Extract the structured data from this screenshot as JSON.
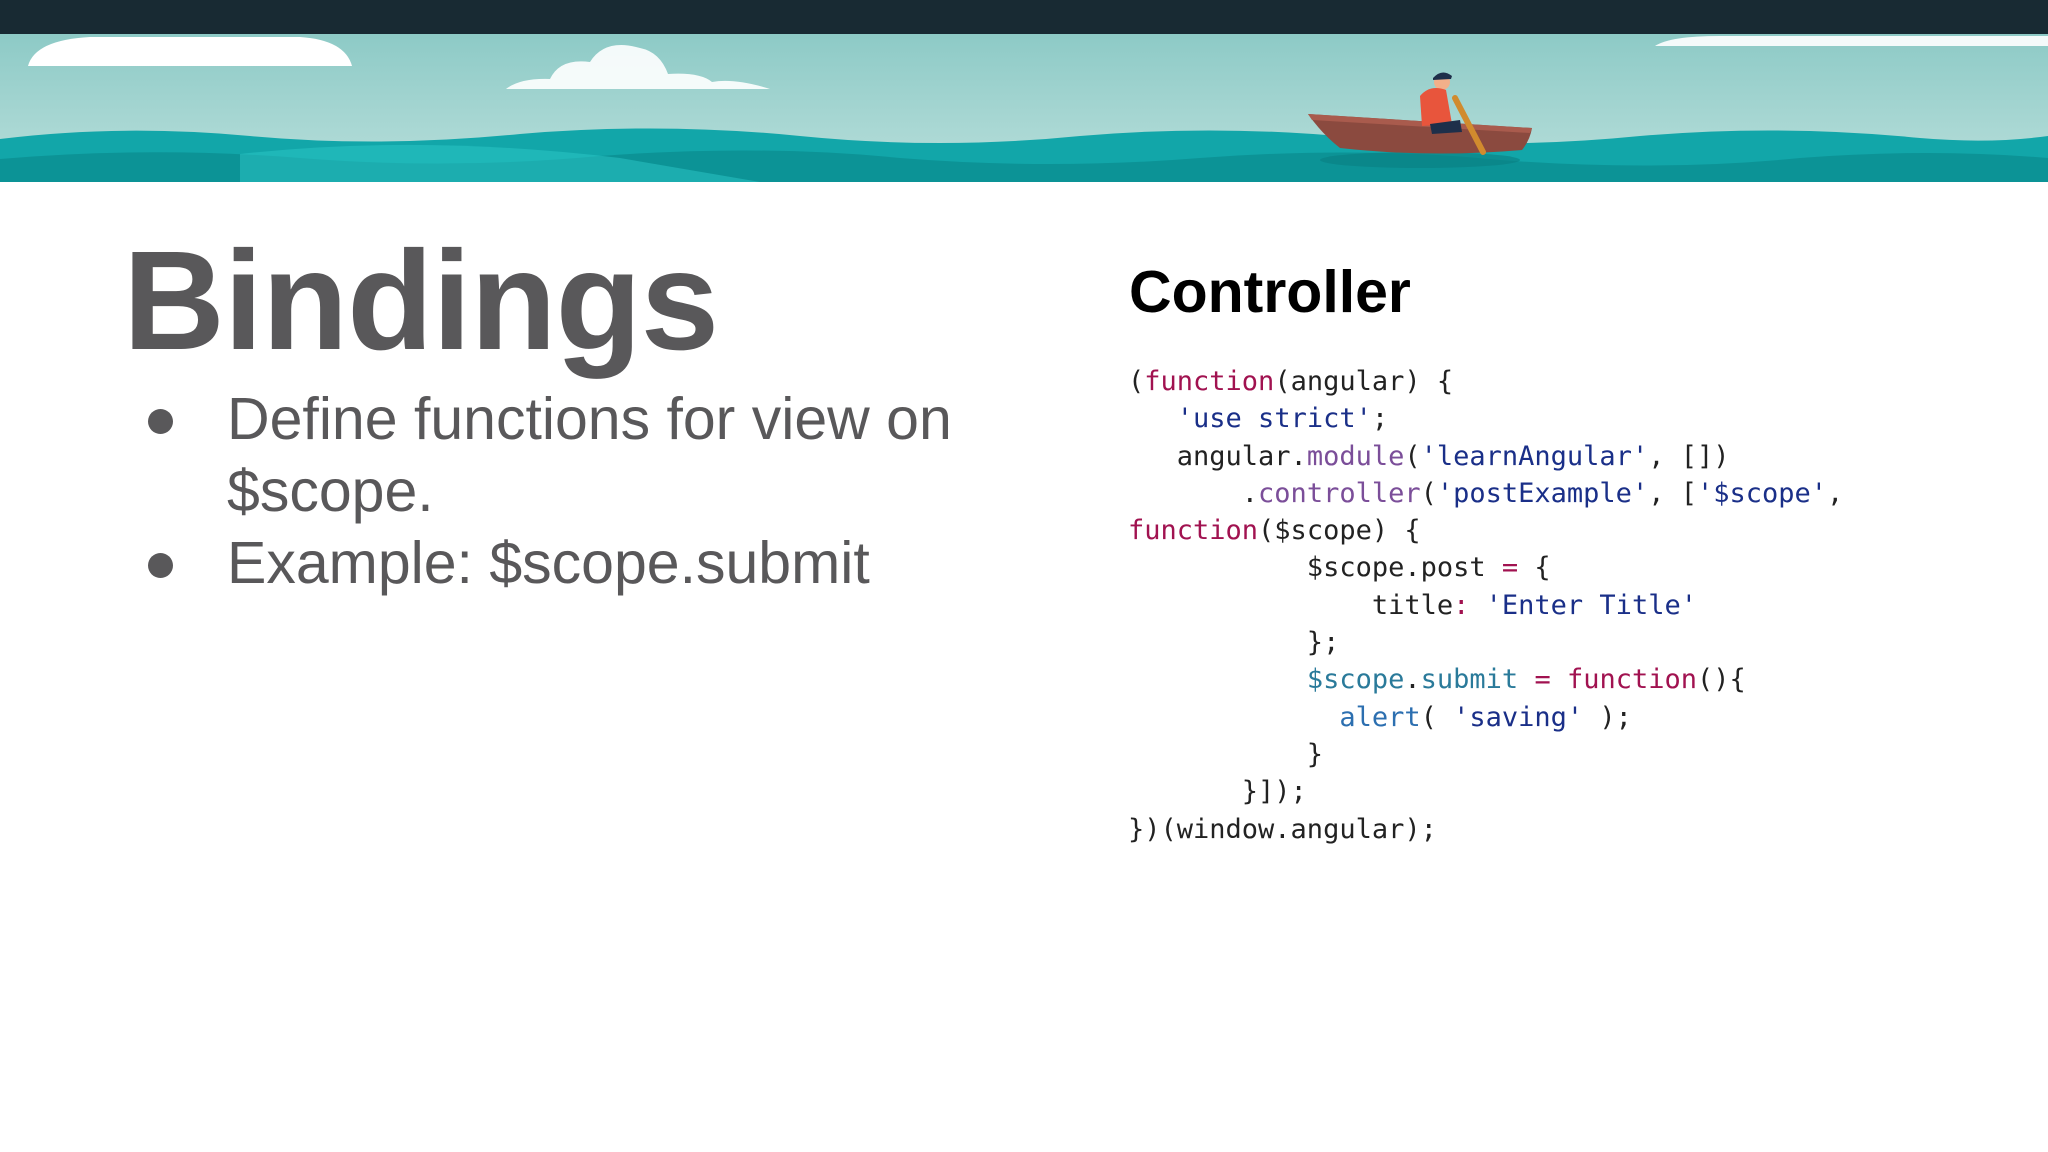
{
  "slide": {
    "title": "Bindings",
    "bullets": [
      "Define functions for view on $scope.",
      "Example: $scope.submit"
    ],
    "right_heading": "Controller"
  },
  "code": {
    "l1": [
      "(",
      "function",
      "(angular) {"
    ],
    "l2": [
      "   ",
      "'use strict'",
      ";"
    ],
    "l3": [
      "   angular.",
      "module",
      "(",
      "'learnAngular'",
      ", [])"
    ],
    "l4": [
      "       .",
      "controller",
      "(",
      "'postExample'",
      ", [",
      "'$scope'",
      ","
    ],
    "l5": [
      "function",
      "($scope) {"
    ],
    "l6": [
      "           $scope.post ",
      "=",
      " {"
    ],
    "l7": [
      "               title",
      ":",
      " ",
      "'Enter Title'"
    ],
    "l8": [
      "           };"
    ],
    "l9": [
      "           ",
      "$scope",
      ".",
      "submit",
      " ",
      "=",
      " ",
      "function",
      "(){"
    ],
    "l10": [
      "             ",
      "alert",
      "( ",
      "'saving'",
      " );"
    ],
    "l11": [
      "           }"
    ],
    "l12": [
      "       }]);"
    ],
    "l13": [
      "})(window.angular);"
    ]
  },
  "colors": {
    "title_text": "#59585a",
    "topbar": "#182a33",
    "keyword": "#a11250",
    "string": "#1a2f88",
    "method": "#7b4e99"
  },
  "illustration": {
    "icons": [
      "cloud-icon",
      "boat-icon",
      "rower-icon",
      "waves-icon"
    ]
  }
}
